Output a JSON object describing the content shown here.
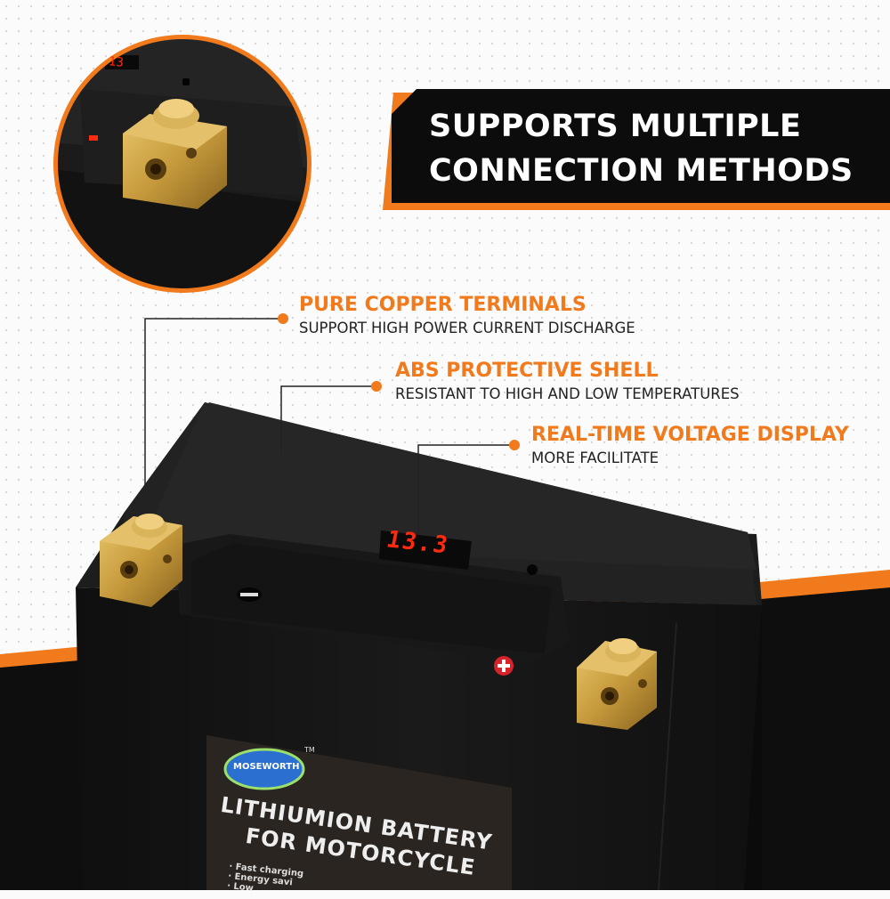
{
  "headline": {
    "line1": "SUPPORTS MULTIPLE",
    "line2": "CONNECTION METHODS"
  },
  "callouts": [
    {
      "title": "PURE COPPER TERMINALS",
      "subtitle": "SUPPORT HIGH POWER CURRENT DISCHARGE"
    },
    {
      "title": "ABS PROTECTIVE SHELL",
      "subtitle": "RESISTANT TO HIGH AND LOW TEMPERATURES"
    },
    {
      "title": "REAL-TIME VOLTAGE DISPLAY",
      "subtitle": "MORE FACILITATE"
    }
  ],
  "battery": {
    "display": "13.3",
    "brand": "MOSEWORTH",
    "trademark": "TM",
    "label_line1": "LITHIUMION BATTERY",
    "label_line2": "FOR MOTORCYCLE",
    "features": [
      "· Fast charging",
      "· Energy savi",
      "· Low"
    ]
  },
  "colors": {
    "accent": "#f07a1c",
    "dark": "#111111",
    "battery": "#1a1a1a",
    "brass": "#c9a14a",
    "display": "#ff2a10"
  }
}
